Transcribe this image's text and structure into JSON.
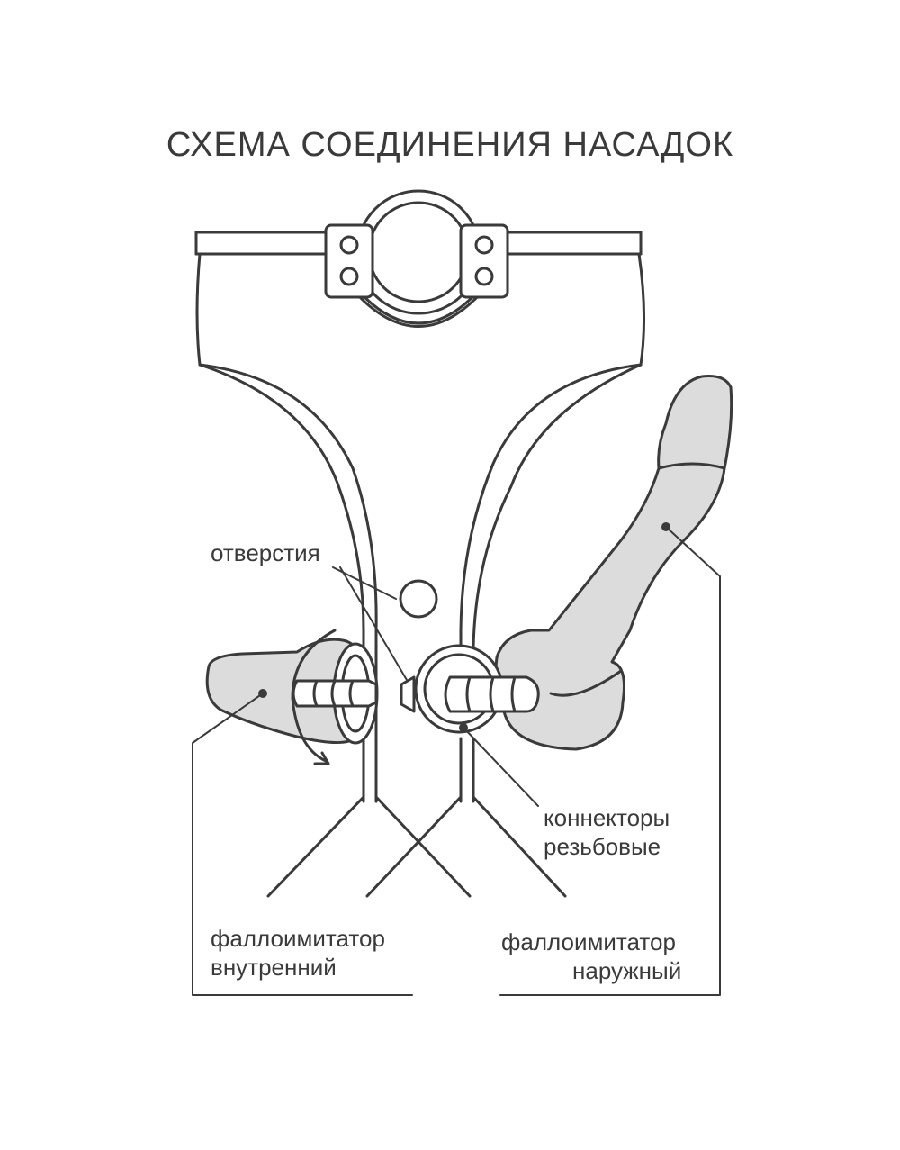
{
  "title": "СХЕМА СОЕДИНЕНИЯ НАСАДОК",
  "labels": {
    "holes": "отверстия",
    "connectors_line1": "коннекторы",
    "connectors_line2": "резьбовые",
    "inner_line1": "фаллоимитатор",
    "inner_line2": "внутренний",
    "outer_line1": "фаллоимитатор",
    "outer_line2": "наружный"
  },
  "colors": {
    "line": "#3a3a3a",
    "fill": "#dcdcdc",
    "background": "#ffffff"
  }
}
